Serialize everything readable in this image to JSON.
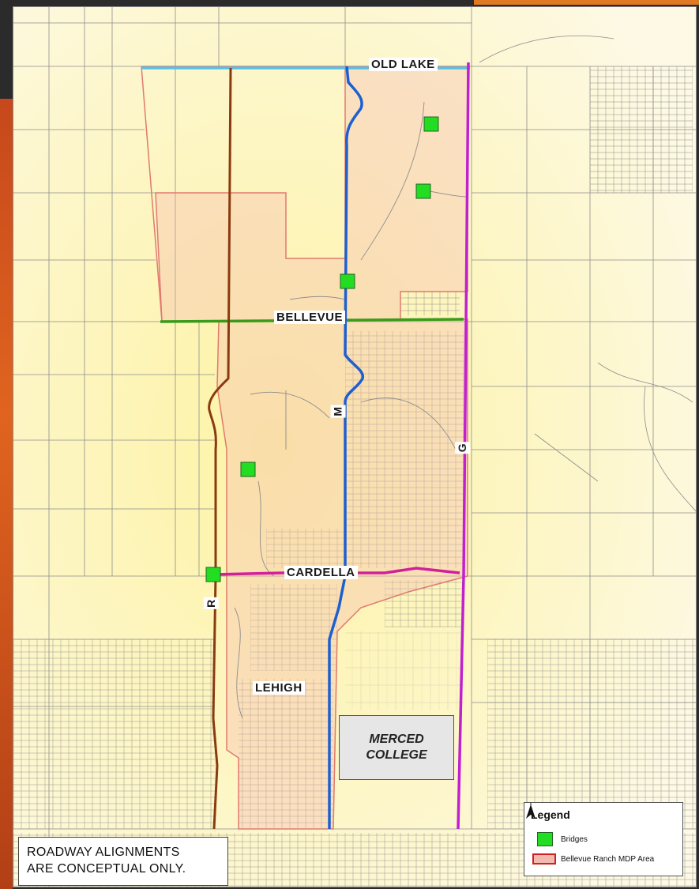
{
  "roads": {
    "old_lake": "OLD LAKE",
    "bellevue": "BELLEVUE",
    "cardella": "CARDELLA",
    "lehigh": "LEHIGH",
    "m": "M",
    "g": "G",
    "r": "R"
  },
  "college": {
    "line1": "MERCED",
    "line2": "COLLEGE"
  },
  "note": {
    "line1": "ROADWAY ALIGNMENTS",
    "line2": "ARE CONCEPTUAL ONLY."
  },
  "legend": {
    "title": "Legend",
    "bridges": "Bridges",
    "area": "Bellevue Ranch MDP Area"
  },
  "icons": {
    "north_arrow": "north-arrow-icon",
    "bridge": "bridge-marker-icon"
  },
  "colors": {
    "old_lake_road": "#4fc3e8",
    "bellevue_road": "#3a9a1a",
    "cardella_road": "#d0209a",
    "m_road": "#1e5fd0",
    "g_road": "#c020d0",
    "r_road": "#8a3a10",
    "mdp_area": "#f3b8ae",
    "bridge": "#22dd22"
  }
}
